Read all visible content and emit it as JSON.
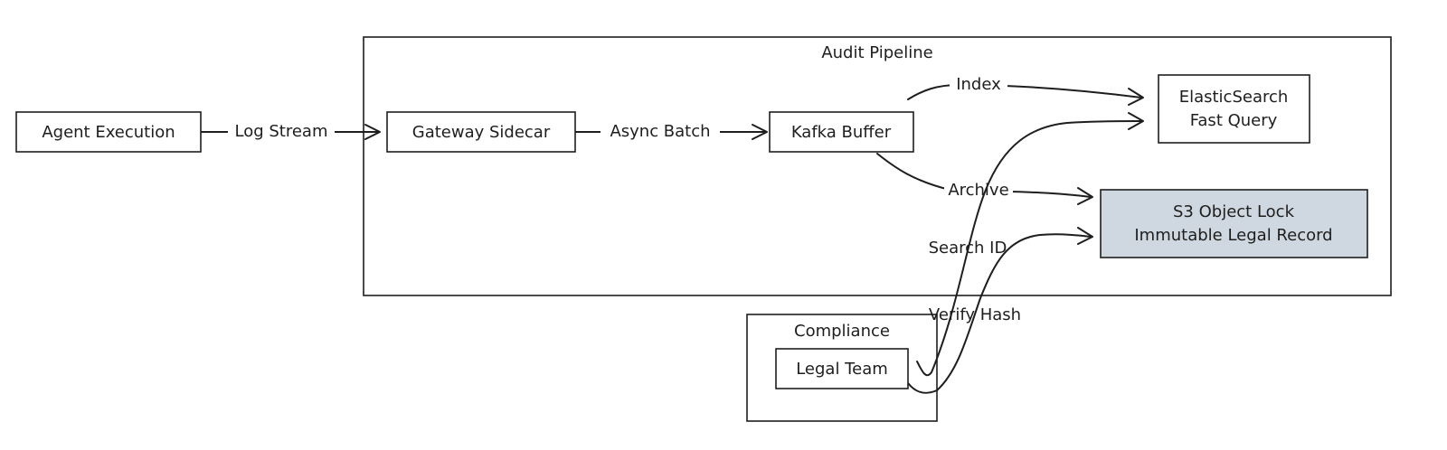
{
  "groups": {
    "audit_pipeline": {
      "label": "Audit Pipeline"
    },
    "compliance": {
      "label": "Compliance"
    }
  },
  "nodes": {
    "agent_execution": {
      "label": "Agent Execution"
    },
    "gateway_sidecar": {
      "label": "Gateway Sidecar"
    },
    "kafka_buffer": {
      "label": "Kafka Buffer"
    },
    "elasticsearch": {
      "line1": "ElasticSearch",
      "line2": "Fast Query"
    },
    "s3_object_lock": {
      "line1": "S3 Object Lock",
      "line2": "Immutable Legal Record"
    },
    "legal_team": {
      "label": "Legal Team"
    }
  },
  "edges": {
    "log_stream": "Log Stream",
    "async_batch": "Async Batch",
    "index": "Index",
    "archive": "Archive",
    "search_id": "Search ID",
    "verify_hash": "Verify Hash"
  },
  "colors": {
    "stroke": "#1e1e1e",
    "s3_fill": "#cfd8e0",
    "s3_text": "#3d566e"
  }
}
